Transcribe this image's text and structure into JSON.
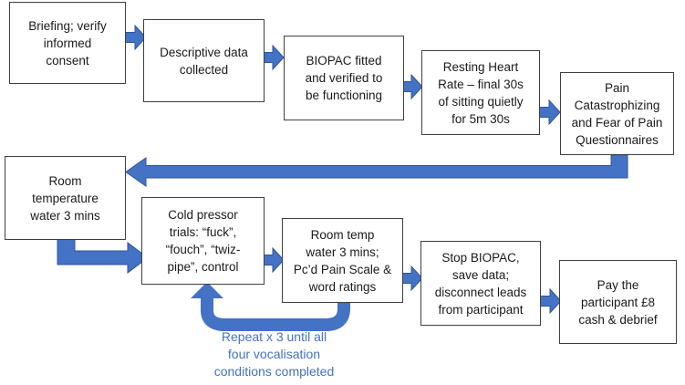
{
  "colors": {
    "arrow_fill": "#4472C4",
    "arrow_border": "#2F5597",
    "box_border": "#3F3F3F",
    "box_fill": "#FFFFFF",
    "caption_text": "#4472C4",
    "box_text": "#1A1A1A"
  },
  "boxes": [
    {
      "id": "briefing",
      "label": "Briefing; verify\ninformed\nconsent"
    },
    {
      "id": "descriptive",
      "label": "Descriptive data\ncollected"
    },
    {
      "id": "biopac",
      "label": "BIOPAC fitted\nand verified to\nbe functioning"
    },
    {
      "id": "resting",
      "label": "Resting Heart\nRate – final 30s\nof sitting quietly\nfor 5m 30s"
    },
    {
      "id": "pain",
      "label": "Pain\nCatastrophizing\nand Fear of Pain\nQuestionnaires"
    },
    {
      "id": "room-temp-1",
      "label": "Room\ntemperature\nwater 3 mins"
    },
    {
      "id": "cold-pressor",
      "label": "Cold pressor\ntrials: “fuck”,\n“fouch”, “twiz-\npipe”,  control"
    },
    {
      "id": "room-temp-2",
      "label": "Room temp\nwater 3 mins;\nPc’d Pain Scale &\nword ratings"
    },
    {
      "id": "stop-biopac",
      "label": "Stop BIOPAC,\nsave data;\ndisconnect leads\nfrom participant"
    },
    {
      "id": "pay",
      "label": "Pay the\nparticipant £8\ncash & debrief"
    }
  ],
  "loop_caption": "Repeat x 3 until all\nfour vocalisation\nconditions completed",
  "connections": [
    {
      "from": "briefing",
      "to": "descriptive",
      "type": "right-arrow"
    },
    {
      "from": "descriptive",
      "to": "biopac",
      "type": "right-arrow"
    },
    {
      "from": "biopac",
      "to": "resting",
      "type": "right-arrow"
    },
    {
      "from": "resting",
      "to": "pain",
      "type": "right-arrow"
    },
    {
      "from": "pain",
      "to": "room-temp-1",
      "type": "elbow-down-left-arrow"
    },
    {
      "from": "room-temp-1",
      "to": "cold-pressor",
      "type": "elbow-down-right-arrow"
    },
    {
      "from": "cold-pressor",
      "to": "room-temp-2",
      "type": "right-arrow"
    },
    {
      "from": "room-temp-2",
      "to": "cold-pressor",
      "type": "loop-back-arrow"
    },
    {
      "from": "room-temp-2",
      "to": "stop-biopac",
      "type": "right-arrow"
    },
    {
      "from": "stop-biopac",
      "to": "pay",
      "type": "right-arrow"
    }
  ]
}
